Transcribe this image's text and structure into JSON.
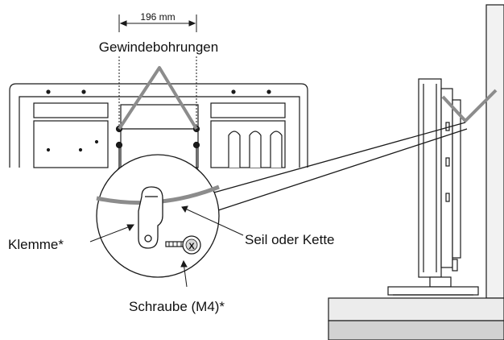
{
  "diagram": {
    "dimension": "196 mm",
    "labels": {
      "threaded_holes": "Gewindebohrungen",
      "clamp": "Klemme*",
      "rope_or_chain": "Seil oder Kette",
      "screw": "Schraube (M4)*"
    },
    "screw_mark": "X",
    "colors": {
      "rope": "#8c8c8c",
      "outline": "#1a1a1a",
      "wall": "#f2f2f2",
      "shelf": "#ececec",
      "shelf_front": "#d2d2d2"
    }
  }
}
